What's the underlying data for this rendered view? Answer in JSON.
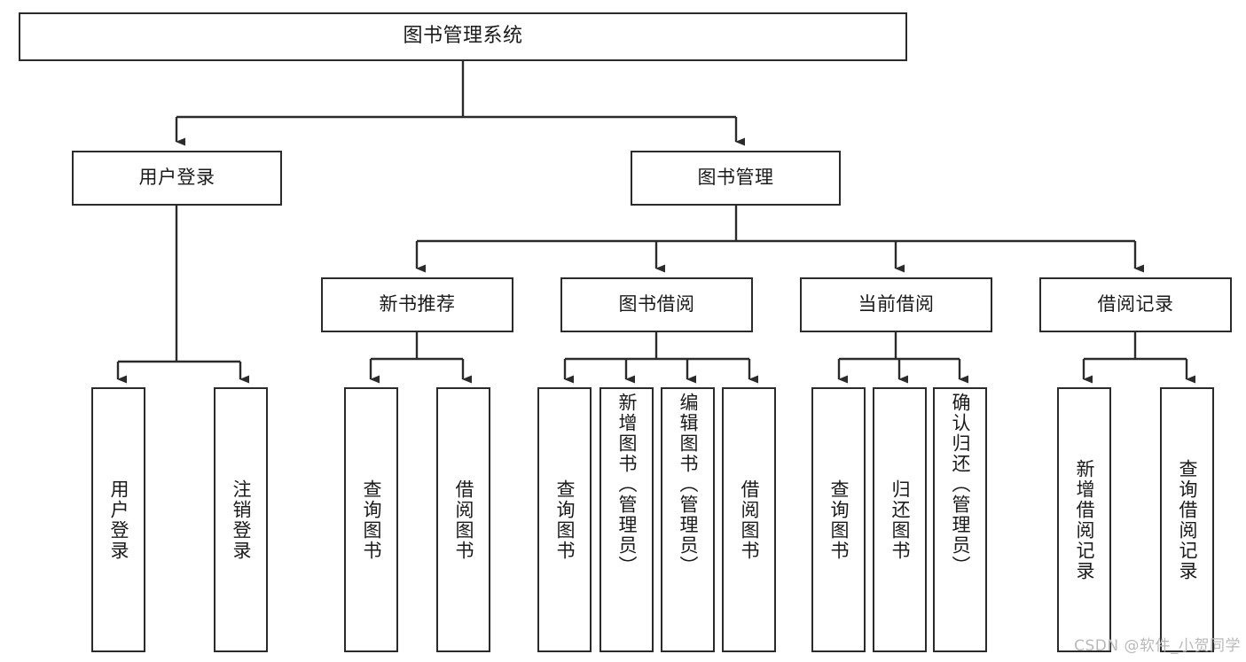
{
  "diagram": {
    "title": "图书管理系统",
    "type": "tree-hierarchy",
    "orientation": "top-down",
    "colors": {
      "background": "#ffffff",
      "node_border": "#2b2b2b",
      "node_fill": "#ffffff",
      "edge": "#2b2b2b",
      "text": "#1a1a1a",
      "watermark": "#b9b9b9"
    }
  },
  "root": {
    "label": "图书管理系统"
  },
  "level2": [
    {
      "label": "用户登录"
    },
    {
      "label": "图书管理"
    }
  ],
  "level3": [
    {
      "label": "新书推荐"
    },
    {
      "label": "图书借阅"
    },
    {
      "label": "当前借阅"
    },
    {
      "label": "借阅记录"
    }
  ],
  "leaves": {
    "user_login": [
      {
        "label": "用户登录"
      },
      {
        "label": "注销登录"
      }
    ],
    "new_book_recommend": [
      {
        "label": "查询图书"
      },
      {
        "label": "借阅图书"
      }
    ],
    "book_borrow": [
      {
        "label": "查询图书"
      },
      {
        "label": "新增图书（管理员）"
      },
      {
        "label": "编辑图书（管理员）"
      },
      {
        "label": "借阅图书"
      }
    ],
    "current_borrow": [
      {
        "label": "查询图书"
      },
      {
        "label": "归还图书"
      },
      {
        "label": "确认归还（管理员）"
      }
    ],
    "borrow_record": [
      {
        "label": "新增借阅记录"
      },
      {
        "label": "查询借阅记录"
      }
    ]
  },
  "watermark": {
    "text": "CSDN @软件_小贺同学"
  }
}
